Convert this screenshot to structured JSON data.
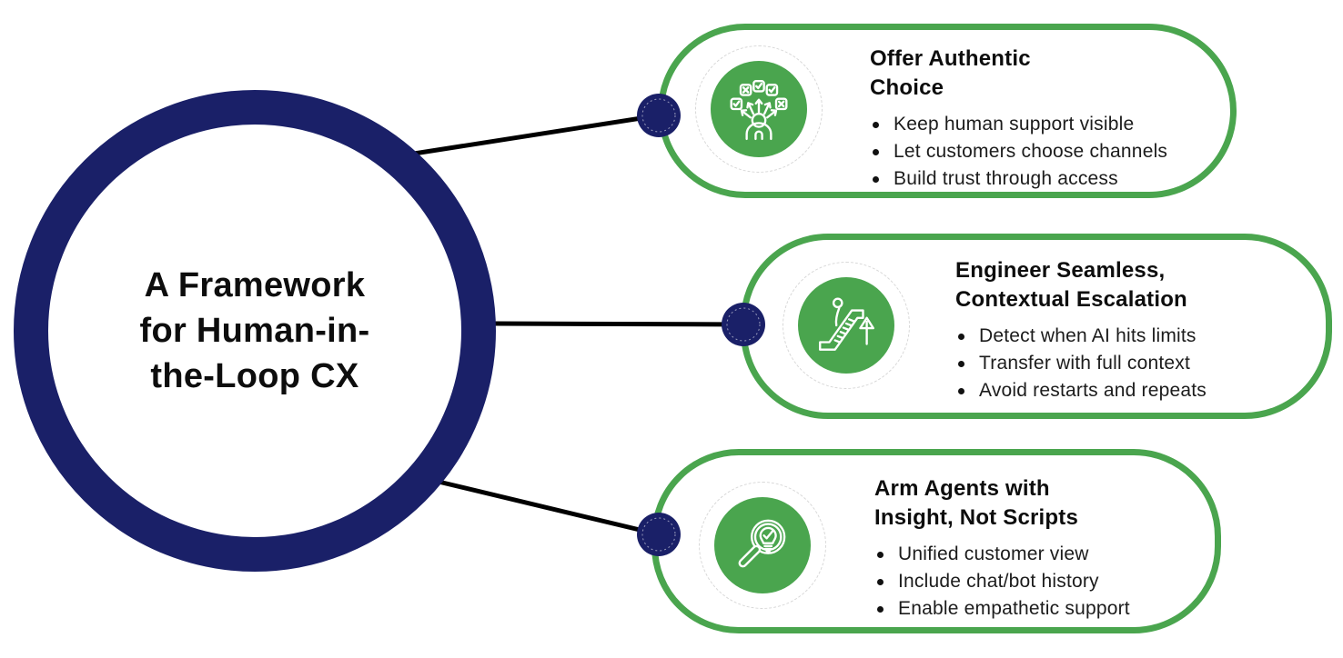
{
  "center": {
    "title": "A Framework\nfor Human-in-\nthe-Loop CX"
  },
  "cards": [
    {
      "title": "Offer Authentic\nChoice",
      "icon": "choice-icon",
      "bullets": [
        "Keep human support visible",
        "Let customers choose channels",
        "Build trust through access"
      ]
    },
    {
      "title": "Engineer Seamless,\nContextual Escalation",
      "icon": "escalation-icon",
      "bullets": [
        "Detect when AI hits limits",
        "Transfer with full context",
        "Avoid restarts and repeats"
      ]
    },
    {
      "title": "Arm Agents with\nInsight, Not Scripts",
      "icon": "insight-icon",
      "bullets": [
        "Unified customer view",
        "Include chat/bot history",
        "Enable empathetic support"
      ]
    }
  ],
  "colors": {
    "navy": "#1a2068",
    "green": "#4aa54e",
    "text": "#0d0d0d",
    "connector": "#000000"
  }
}
